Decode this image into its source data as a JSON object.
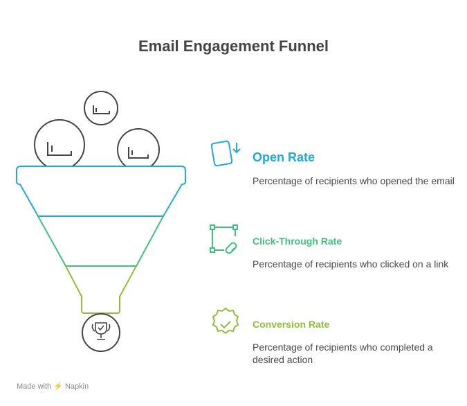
{
  "title": "Email Engagement Funnel",
  "stages": [
    {
      "label": "Open Rate",
      "description": "Percentage of recipients who opened the email",
      "color": "#1eaadb",
      "icon": "document-download-icon"
    },
    {
      "label": "Click-Through Rate",
      "description": "Percentage of recipients who clicked on a link",
      "color": "#3cc47c",
      "icon": "link-frame-icon"
    },
    {
      "label": "Conversion Rate",
      "description": "Percentage of recipients who completed a desired action",
      "color": "#8fbf3a",
      "icon": "badge-check-icon"
    }
  ],
  "footer": "Made with ⚡ Napkin"
}
